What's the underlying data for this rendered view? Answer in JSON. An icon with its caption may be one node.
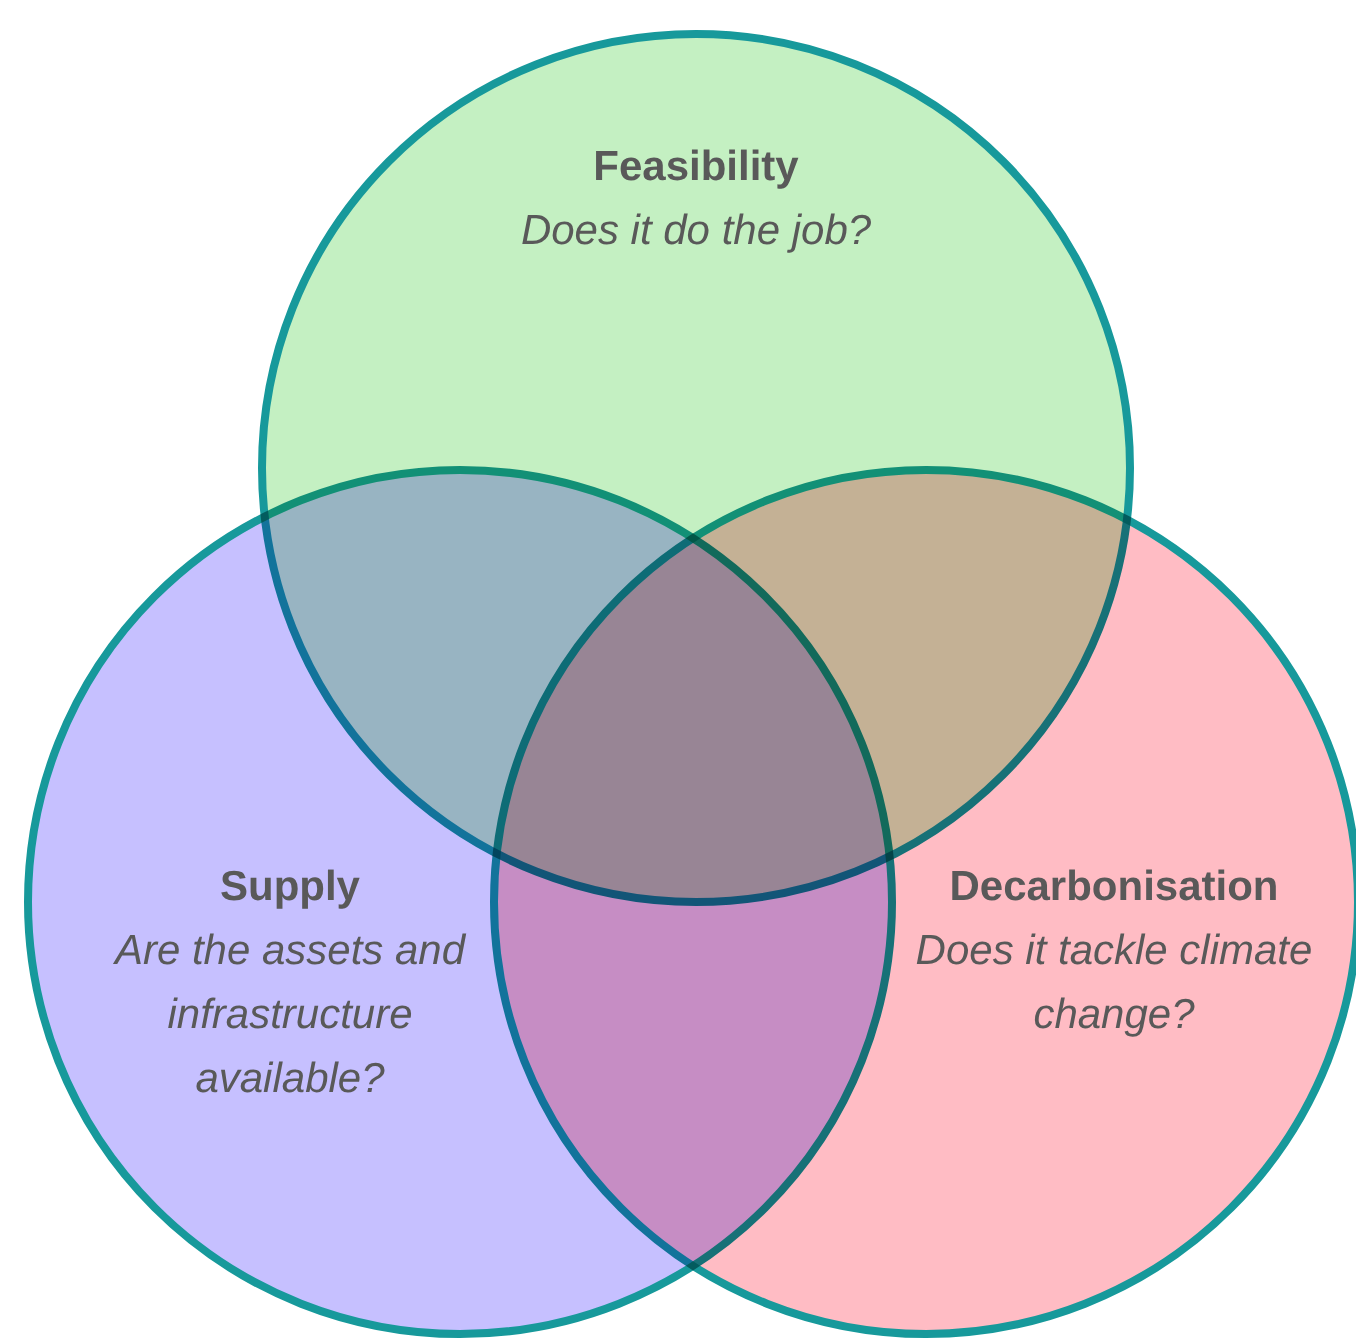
{
  "diagram": {
    "nodes": [
      {
        "text": [
          "Feasibility",
          "Does it do the job?"
        ]
      },
      {
        "text": [
          "Supply",
          "Are the assets and infrastructure available?"
        ]
      },
      {
        "text": [
          "Decarbonisation",
          "Does it tackle climate change?"
        ]
      }
    ]
  }
}
